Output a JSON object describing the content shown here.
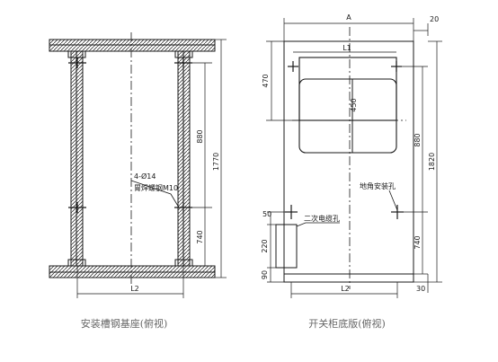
{
  "left_view": {
    "caption": "安装槽钢基座(俯视)",
    "callout_line1": "4-Ø14",
    "callout_line2": "胃焊螺钢M10",
    "dim_880": "880",
    "dim_1770": "1770",
    "dim_740": "740",
    "dim_l2": "L2"
  },
  "right_view": {
    "caption": "开关柜底版(俯视)",
    "dim_a": "A",
    "dim_20": "20",
    "dim_l1": "L1",
    "dim_470": "470",
    "dim_450": "450",
    "dim_880": "880",
    "dim_1820": "1820",
    "dim_740": "740",
    "dim_50": "50",
    "dim_220": "220",
    "dim_90": "90",
    "dim_l2": "L2",
    "dim_30": "30",
    "label_secondary_hole": "二次电缆孔",
    "label_anchor_hole": "地角安装孔"
  },
  "colors": {
    "line": "#1a1a1a",
    "caption": "#666666"
  }
}
